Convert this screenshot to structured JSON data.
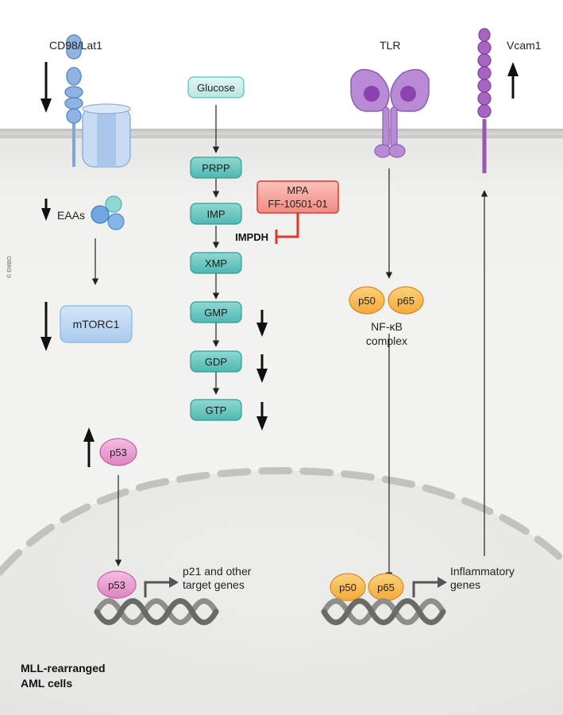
{
  "credit": "© EMBO",
  "receptors": {
    "cd98": "CD98/Lat1",
    "tlr": "TLR",
    "vcam1": "Vcam1"
  },
  "metabolites": {
    "glucose": "Glucose",
    "prpp": "PRPP",
    "imp": "IMP",
    "xmp": "XMP",
    "gmp": "GMP",
    "gdp": "GDP",
    "gtp": "GTP"
  },
  "inhibitor": {
    "line1": "MPA",
    "line2": "FF-10501-01",
    "enzyme": "IMPDH"
  },
  "mtor": {
    "eaas": "EAAs",
    "mtorc1": "mTORC1"
  },
  "nfkb": {
    "p50": "p50",
    "p65": "p65",
    "label1": "NF-κB",
    "label2": "complex"
  },
  "p53": {
    "cyto": "p53",
    "nuclear": "p53",
    "target1": "p21 and other",
    "target2": "target genes"
  },
  "nuclear_nfkb": {
    "p50": "p50",
    "p65": "p65",
    "genes1": "Inflammatory",
    "genes2": "genes"
  },
  "cell_label": {
    "line1": "MLL-rearranged",
    "line2": "AML cells"
  },
  "colors": {
    "cytoplasm": "#efefed",
    "membrane": "#c8c8c6",
    "teal_fill": "#5ec2bb",
    "teal_stroke": "#2f9d96",
    "mtor_fill": "#b9d5f0",
    "inhibitor_fill": "#f59a92",
    "inhibitor_stroke": "#d83a2e",
    "p5065_fill": "#f8b64c",
    "p53_fill": "#e58dc5",
    "tlr_fill": "#a874c8",
    "vcam_fill": "#9a56b3",
    "cd98_fill": "#7fa7da"
  }
}
